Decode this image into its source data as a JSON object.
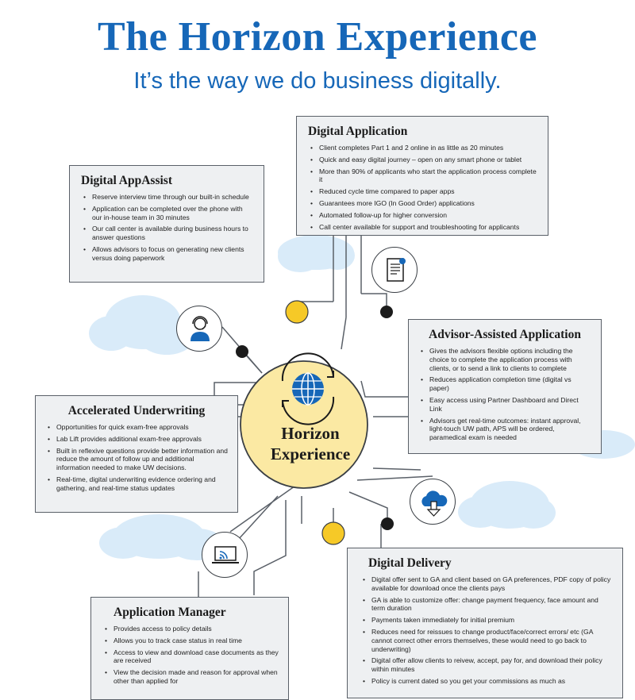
{
  "header": {
    "title": "The Horizon Experience",
    "subtitle": "It’s the way we do business digitally."
  },
  "hub": {
    "line1": "Horizon",
    "line2": "Experience",
    "icon": "globe-icon"
  },
  "colors": {
    "brand_blue": "#1667b8",
    "hub_yellow": "#fbe9a3",
    "accent_yellow": "#f6c927",
    "cloud_blue": "#d9ebf9",
    "box_bg": "#eef0f2",
    "line_gray": "#5a6068"
  },
  "sections": {
    "digital_application": {
      "title": "Digital Application",
      "icon": "document-icon",
      "items": [
        "Client completes Part 1 and 2 online in as little as 20 minutes",
        "Quick and easy digital journey – open on any smart phone or tablet",
        "More than 90% of applicants who start the application process complete it",
        "Reduced cycle time compared to paper apps",
        "Guarantees more IGO (In Good Order) applications",
        "Automated follow-up for higher conversion",
        "Call center available for support and troubleshooting for applicants"
      ]
    },
    "digital_appassist": {
      "title": "Digital AppAssist",
      "icon": "headset-agent-icon",
      "items": [
        "Reserve interview time through our built-in schedule",
        "Application can be completed over the phone with our in-house team in 30 minutes",
        "Our call center is available during business hours to answer questions",
        "Allows advisors to focus on generating new clients versus doing paperwork"
      ]
    },
    "advisor_assisted": {
      "title": "Advisor-Assisted Application",
      "items": [
        "Gives the advisors flexible options including the choice to complete the application process with clients, or to send a link to clients to complete",
        "Reduces application completion time (digital vs paper)",
        "Easy access using Partner Dashboard and Direct Link",
        "Advisors get real-time outcomes: instant approval, light-touch UW path, APS will be ordered, paramedical exam is needed"
      ]
    },
    "accelerated_underwriting": {
      "title": "Accelerated Underwriting",
      "items": [
        "Opportunities for quick exam-free approvals",
        "Lab Lift provides additional exam-free approvals",
        "Built in reflexive questions provide better information and reduce the amount of follow up and additional information needed to make UW decisions.",
        "Real-time, digital underwriting evidence ordering and gathering, and real-time status updates"
      ]
    },
    "digital_delivery": {
      "title": "Digital Delivery",
      "icon": "cloud-download-icon",
      "items": [
        "Digital offer sent to GA and client based on GA preferences, PDF copy of policy available for download once the clients pays",
        "GA is able to customize offer: change payment frequency, face amount and term duration",
        "Payments taken immediately for initial premium",
        "Reduces need for reissues to change product/face/correct errors/ etc (GA cannot correct other errors themselves, these would need to go back to underwriting)",
        "Digital offer allow clients to reivew, accept, pay for, and download their policy within minutes",
        "Policy is current dated so you get your commissions as much as"
      ]
    },
    "application_manager": {
      "title": "Application Manager",
      "icon": "laptop-wifi-icon",
      "items": [
        "Provides access to policy details",
        "Allows you to track case status in real time",
        "Access to view and download case documents as they are received",
        "View the decision made and reason for approval when other than applied for"
      ]
    }
  }
}
